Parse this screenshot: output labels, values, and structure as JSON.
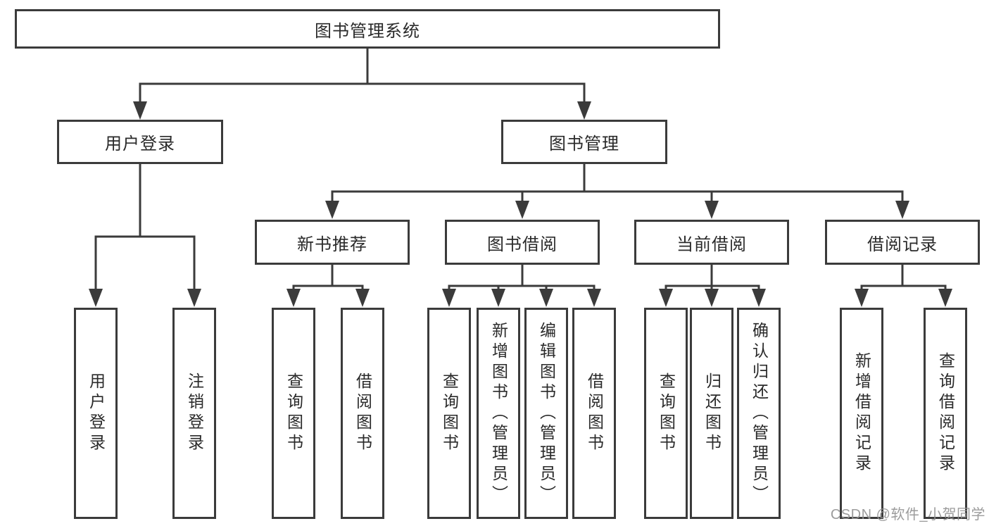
{
  "tree": {
    "root": "图书管理系统",
    "branches": [
      {
        "label": "用户登录",
        "children": [
          "用户登录",
          "注销登录"
        ]
      },
      {
        "label": "图书管理",
        "groups": [
          {
            "label": "新书推荐",
            "children": [
              "查询图书",
              "借阅图书"
            ]
          },
          {
            "label": "图书借阅",
            "children": [
              "查询图书",
              "新增图书（管理员）",
              "编辑图书（管理员）",
              "借阅图书"
            ]
          },
          {
            "label": "当前借阅",
            "children": [
              "查询图书",
              "归还图书",
              "确认归还（管理员）"
            ]
          },
          {
            "label": "借阅记录",
            "children": [
              "新增借阅记录",
              "查询借阅记录"
            ]
          }
        ]
      }
    ]
  },
  "watermark": {
    "text": "CSDN @软件_小贺同学"
  },
  "colors": {
    "line": "#3b3b3b",
    "text": "#2a2a2a",
    "watermark": "#949494",
    "background": "#ffffff"
  }
}
